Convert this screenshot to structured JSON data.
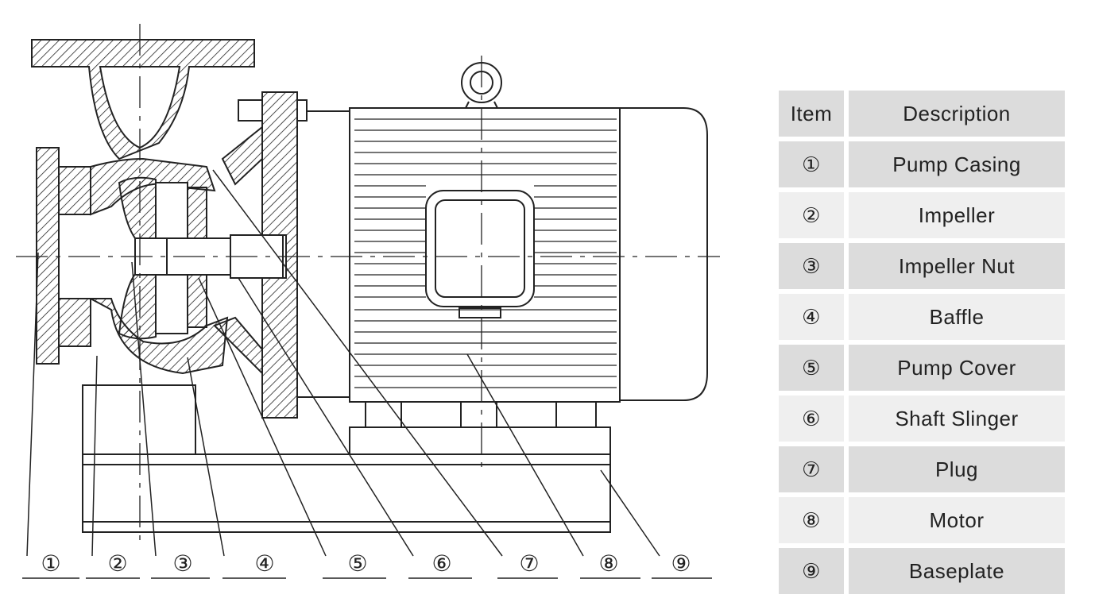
{
  "table": {
    "header": {
      "item": "Item",
      "description": "Description"
    },
    "rows": [
      {
        "item": "①",
        "description": "Pump Casing"
      },
      {
        "item": "②",
        "description": "Impeller"
      },
      {
        "item": "③",
        "description": "Impeller Nut"
      },
      {
        "item": "④",
        "description": "Baffle"
      },
      {
        "item": "⑤",
        "description": "Pump Cover"
      },
      {
        "item": "⑥",
        "description": "Shaft Slinger"
      },
      {
        "item": "⑦",
        "description": "Plug"
      },
      {
        "item": "⑧",
        "description": "Motor"
      },
      {
        "item": "⑨",
        "description": "Baseplate"
      }
    ]
  },
  "callouts": [
    "①",
    "②",
    "③",
    "④",
    "⑤",
    "⑥",
    "⑦",
    "⑧",
    "⑨"
  ]
}
